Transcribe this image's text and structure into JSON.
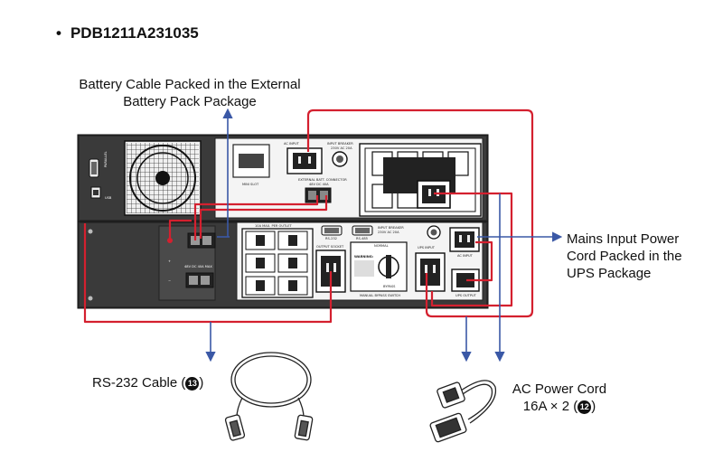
{
  "title": {
    "bullet": "•",
    "model": "PDB1211A231035"
  },
  "captions": {
    "battery_cable": "Battery Cable Packed in the External Battery Pack Package",
    "mains_input": "Mains Input Power Cord Packed in the UPS Package",
    "rs232": "RS-232 Cable (",
    "rs232_badge": "13",
    "rs232_close": ")",
    "ac_cord_line1": "AC Power Cord",
    "ac_cord_line2": "16A × 2 (",
    "ac_cord_badge": "12",
    "ac_cord_close": ")"
  },
  "panel_labels": {
    "ac_input_top": "AC INPUT",
    "input_breaker_top": "INPUT BREAKER",
    "input_breaker_rating": "230V AC 20A",
    "mini_slot": "MINI SLOT",
    "ext_batt_connector": "EXTERNAL BATT. CONNECTOR",
    "ext_batt_rating": "48V DC 40A",
    "parallel_port": "PARALLEL",
    "usb_port": "USB",
    "output_group_top": "10A MAX. PER OUTLET",
    "batt_rating_bottom": "48V DC 40A MAX",
    "output_socket": "OUTPUT SOCKET",
    "rs232_port": "RS-232",
    "rs485_port": "RS-485",
    "input_breaker_bottom": "INPUT BREAKER",
    "input_breaker_bottom_rating": "230V AC 20A",
    "warning": "WARNING:",
    "normal_label": "NORMAL",
    "bypass_label": "BYPASS",
    "manual_bypass": "MANUAL BYPASS SWITCH",
    "ups_input": "UPS INPUT",
    "ac_input_bottom": "AC INPUT",
    "ups_output": "UPS OUTPUT"
  },
  "colors": {
    "cable_red": "#d4202f",
    "cable_blue": "#3a58a6",
    "panel_dark": "#2a2a2a",
    "panel_light": "#f4f4f4"
  }
}
